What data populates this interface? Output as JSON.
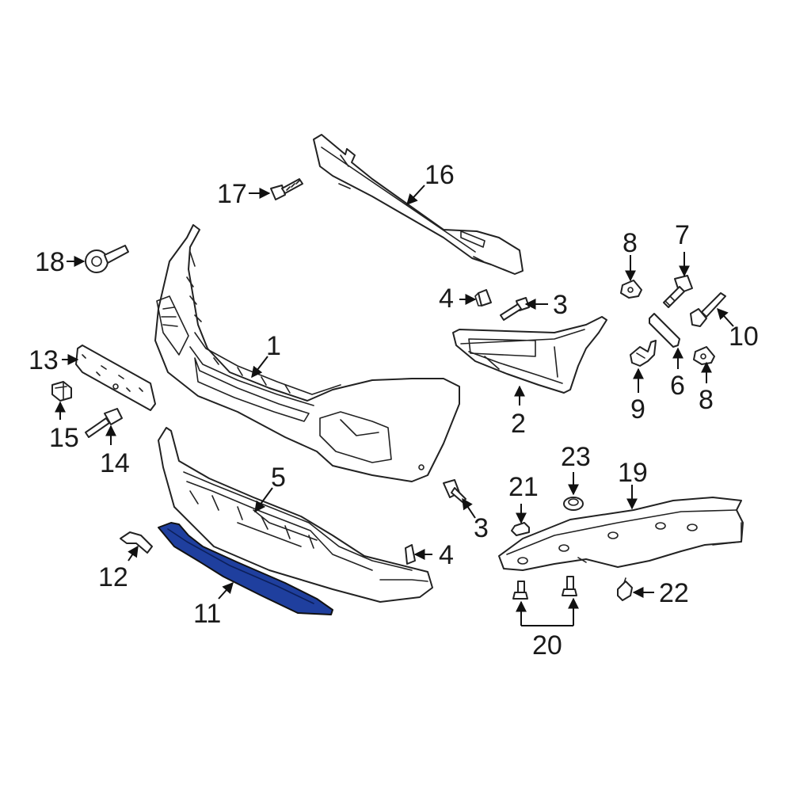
{
  "diagram": {
    "highlight_color": "#1f3f9e",
    "line_color": "#222222",
    "callouts": {
      "c1": "1",
      "c2": "2",
      "c3a": "3",
      "c3b": "3",
      "c4a": "4",
      "c4b": "4",
      "c5": "5",
      "c6": "6",
      "c7": "7",
      "c8a": "8",
      "c8b": "8",
      "c9": "9",
      "c10": "10",
      "c11": "11",
      "c12": "12",
      "c13": "13",
      "c14": "14",
      "c15": "15",
      "c16": "16",
      "c17": "17",
      "c18": "18",
      "c19": "19",
      "c20": "20",
      "c21": "21",
      "c22": "22",
      "c23": "23"
    }
  }
}
